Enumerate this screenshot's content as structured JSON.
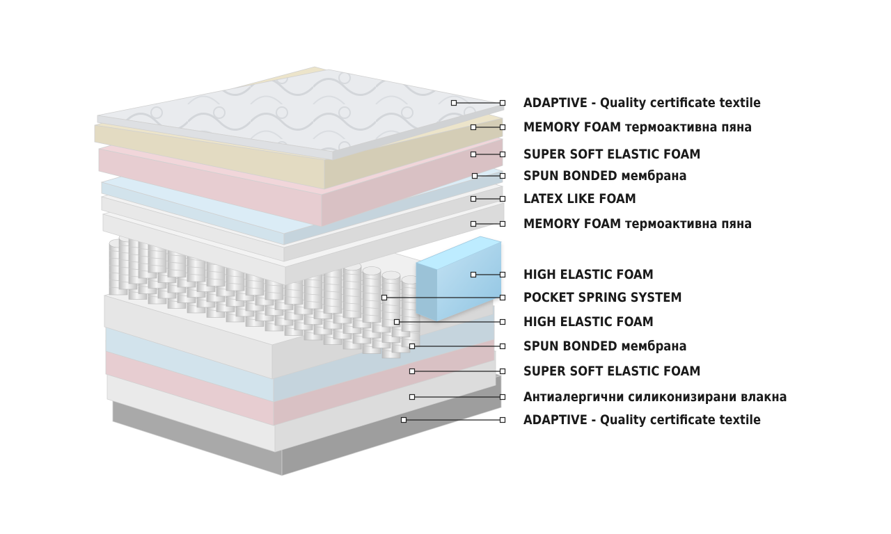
{
  "diagram": {
    "colors": {
      "textile_top": "#e7e9ec",
      "memory_foam_cream": "#ece4ca",
      "super_soft_pink": "#f1d6da",
      "spun_bonded_blue": "#dbecf6",
      "latex_white": "#f2f2f2",
      "memory_foam_white": "#f3f3f3",
      "high_elastic_blue": "#a9d3ea",
      "spring": "#dcdcdc",
      "high_elastic_white": "#f0f0f0",
      "fiber_white": "#f4f4f4",
      "textile_bottom": "#b0b0b0",
      "connector": "#222222",
      "label_text": "#1a1a1a"
    },
    "layers": [
      {
        "id": "adaptive-top",
        "label": "ADAPTIVE - Quality certificate textile"
      },
      {
        "id": "memory-foam-top",
        "label": "MEMORY FOAM термоактивна пяна"
      },
      {
        "id": "super-soft-top",
        "label": "SUPER SOFT ELASTIC FOAM"
      },
      {
        "id": "spun-bonded-top",
        "label": "SPUN BONDED мембрана"
      },
      {
        "id": "latex-like",
        "label": "LATEX LIKE FOAM"
      },
      {
        "id": "memory-foam-mid",
        "label": "MEMORY FOAM термоактивна пяна"
      },
      {
        "id": "high-elastic-side",
        "label": "HIGH ELASTIC FOAM"
      },
      {
        "id": "pocket-spring",
        "label": "POCKET SPRING SYSTEM"
      },
      {
        "id": "high-elastic-base",
        "label": "HIGH ELASTIC FOAM"
      },
      {
        "id": "spun-bonded-bottom",
        "label": "SPUN BONDED мембрана"
      },
      {
        "id": "super-soft-bottom",
        "label": "SUPER SOFT ELASTIC FOAM"
      },
      {
        "id": "antiallergic",
        "label": "Антиалергични силиконизирани влакна"
      },
      {
        "id": "adaptive-bottom",
        "label": "ADAPTIVE - Quality certificate textile"
      }
    ]
  }
}
